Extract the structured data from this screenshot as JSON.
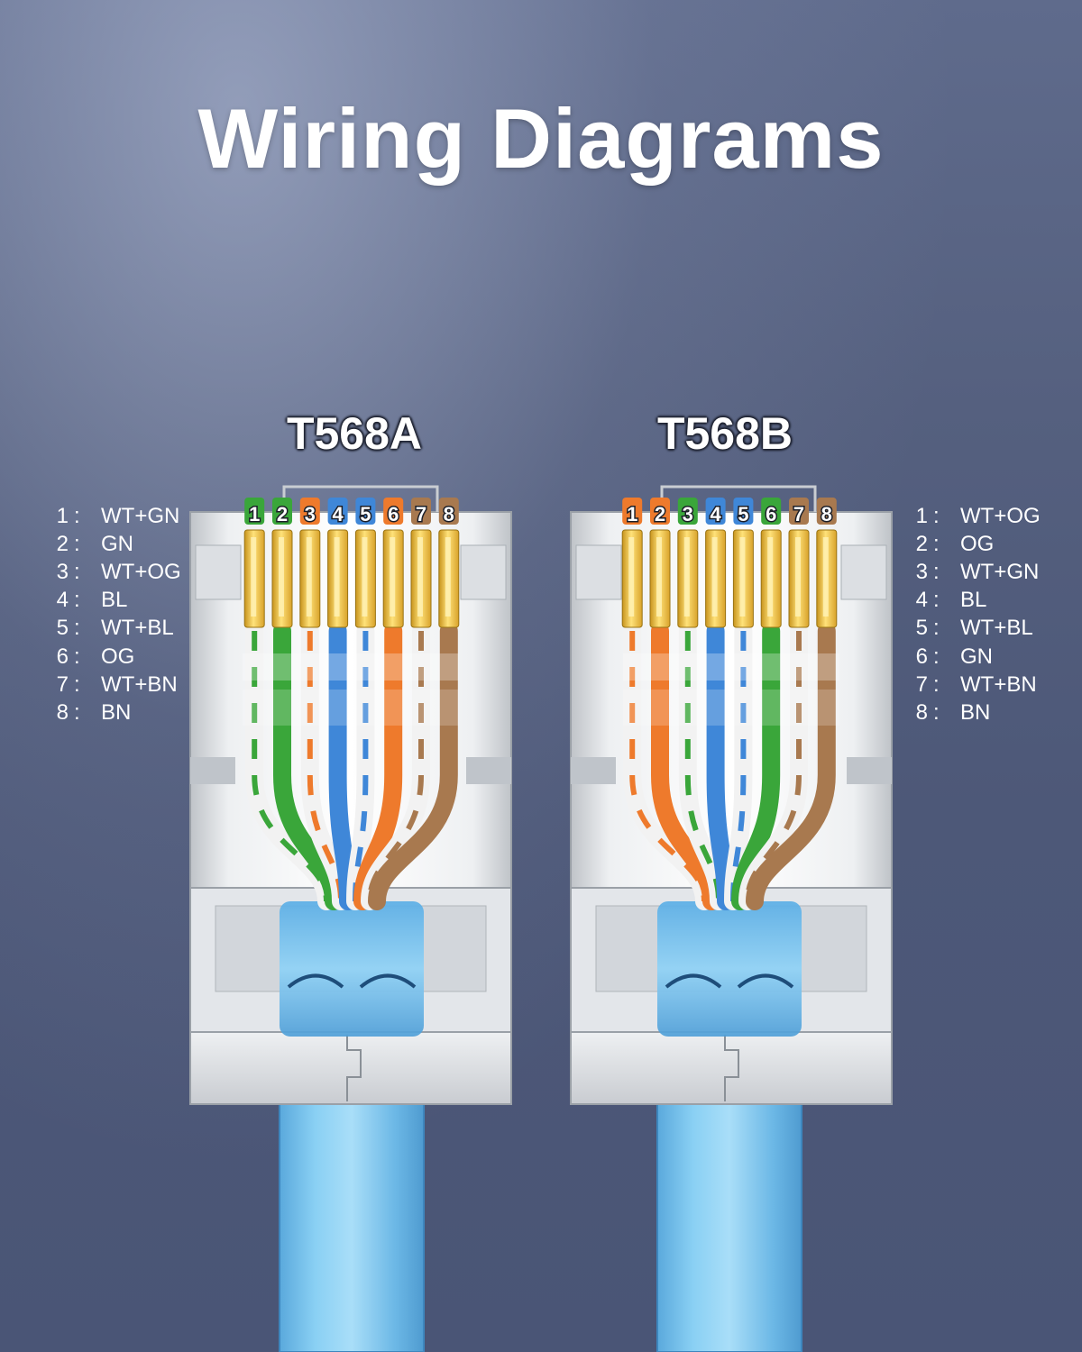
{
  "title": "Wiring Diagrams",
  "colors": {
    "white": "#f2f2f2",
    "green": "#3aa63a",
    "orange": "#ee7a2c",
    "blue": "#3f87d8",
    "brown": "#a8794f",
    "cable": "#7cc4ee",
    "gold": "#f4c84a"
  },
  "standards": [
    {
      "name": "T568A",
      "legend_side": "left",
      "pins": [
        {
          "num": "1",
          "sep": ":",
          "label": "WT+GN",
          "wire": "white",
          "stripe": "green"
        },
        {
          "num": "2",
          "sep": ":",
          "label": "GN",
          "wire": "green",
          "stripe": "green"
        },
        {
          "num": "3",
          "sep": ":",
          "label": "WT+OG",
          "wire": "white",
          "stripe": "orange"
        },
        {
          "num": "4",
          "sep": ":",
          "label": "BL",
          "wire": "blue",
          "stripe": "blue"
        },
        {
          "num": "5",
          "sep": ":",
          "label": "WT+BL",
          "wire": "white",
          "stripe": "blue"
        },
        {
          "num": "6",
          "sep": ":",
          "label": "OG",
          "wire": "orange",
          "stripe": "orange"
        },
        {
          "num": "7",
          "sep": ":",
          "label": "WT+BN",
          "wire": "white",
          "stripe": "brown"
        },
        {
          "num": "8",
          "sep": ":",
          "label": "BN",
          "wire": "brown",
          "stripe": "brown"
        }
      ]
    },
    {
      "name": "T568B",
      "legend_side": "right",
      "pins": [
        {
          "num": "1",
          "sep": ":",
          "label": "WT+OG",
          "wire": "white",
          "stripe": "orange"
        },
        {
          "num": "2",
          "sep": ":",
          "label": "OG",
          "wire": "orange",
          "stripe": "orange"
        },
        {
          "num": "3",
          "sep": ":",
          "label": "WT+GN",
          "wire": "white",
          "stripe": "green"
        },
        {
          "num": "4",
          "sep": ":",
          "label": "BL",
          "wire": "blue",
          "stripe": "blue"
        },
        {
          "num": "5",
          "sep": ":",
          "label": "WT+BL",
          "wire": "white",
          "stripe": "blue"
        },
        {
          "num": "6",
          "sep": ":",
          "label": "GN",
          "wire": "green",
          "stripe": "green"
        },
        {
          "num": "7",
          "sep": ":",
          "label": "WT+BN",
          "wire": "white",
          "stripe": "brown"
        },
        {
          "num": "8",
          "sep": ":",
          "label": "BN",
          "wire": "brown",
          "stripe": "brown"
        }
      ]
    }
  ]
}
